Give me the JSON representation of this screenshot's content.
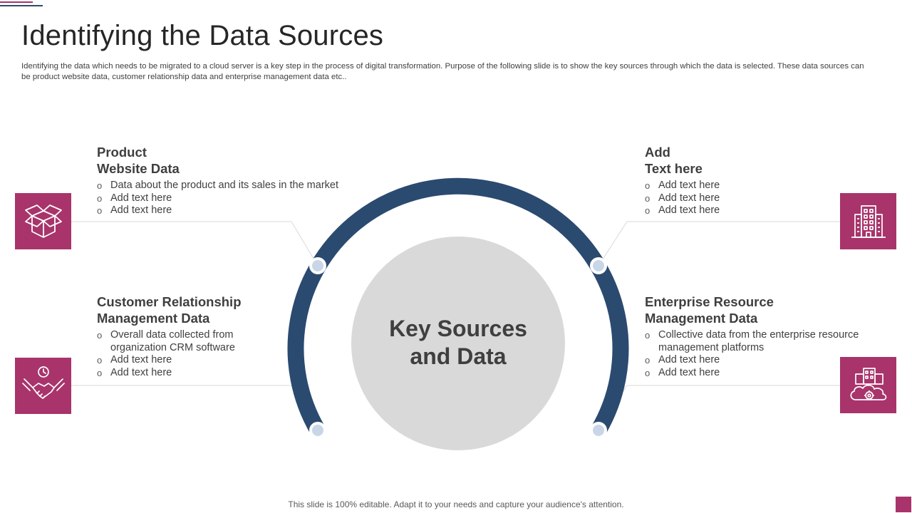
{
  "slide": {
    "title": "Identifying the Data Sources",
    "description": "Identifying the data which needs to be migrated to a cloud server is a key step in the process of digital transformation. Purpose of the following slide is to show the key sources through which the data is selected. These data sources can be product website data, customer relationship data and enterprise management data etc..",
    "center_label_line1": "Key Sources",
    "center_label_line2": "and Data",
    "footer": "This slide is 100% editable. Adapt it to your needs and capture your audience's attention."
  },
  "colors": {
    "accent": "#a8346b",
    "arc": "#2b4a70",
    "circle": "#d9d9d9",
    "node": "#c9d6e8"
  },
  "blocks": {
    "top_left": {
      "title_line1": "Product",
      "title_line2": "Website Data",
      "items": [
        "Data about the product and its sales in the market",
        "Add text here",
        "Add text here"
      ],
      "icon": "open-box-icon"
    },
    "bottom_left": {
      "title_line1": "Customer Relationship",
      "title_line2": "Management Data",
      "items": [
        "Overall data collected from organization CRM software",
        "Add text here",
        "Add text here"
      ],
      "icon": "handshake-icon"
    },
    "top_right": {
      "title_line1": "Add",
      "title_line2": "Text here",
      "items": [
        "Add text here",
        "Add text here",
        "Add text here"
      ],
      "icon": "office-building-icon"
    },
    "bottom_right": {
      "title_line1": "Enterprise Resource",
      "title_line2": "Management Data",
      "items": [
        "Collective data from the enterprise resource management platforms",
        "Add text here",
        "Add text here"
      ],
      "icon": "cloud-server-icon"
    }
  },
  "bullet_glyph": "o"
}
